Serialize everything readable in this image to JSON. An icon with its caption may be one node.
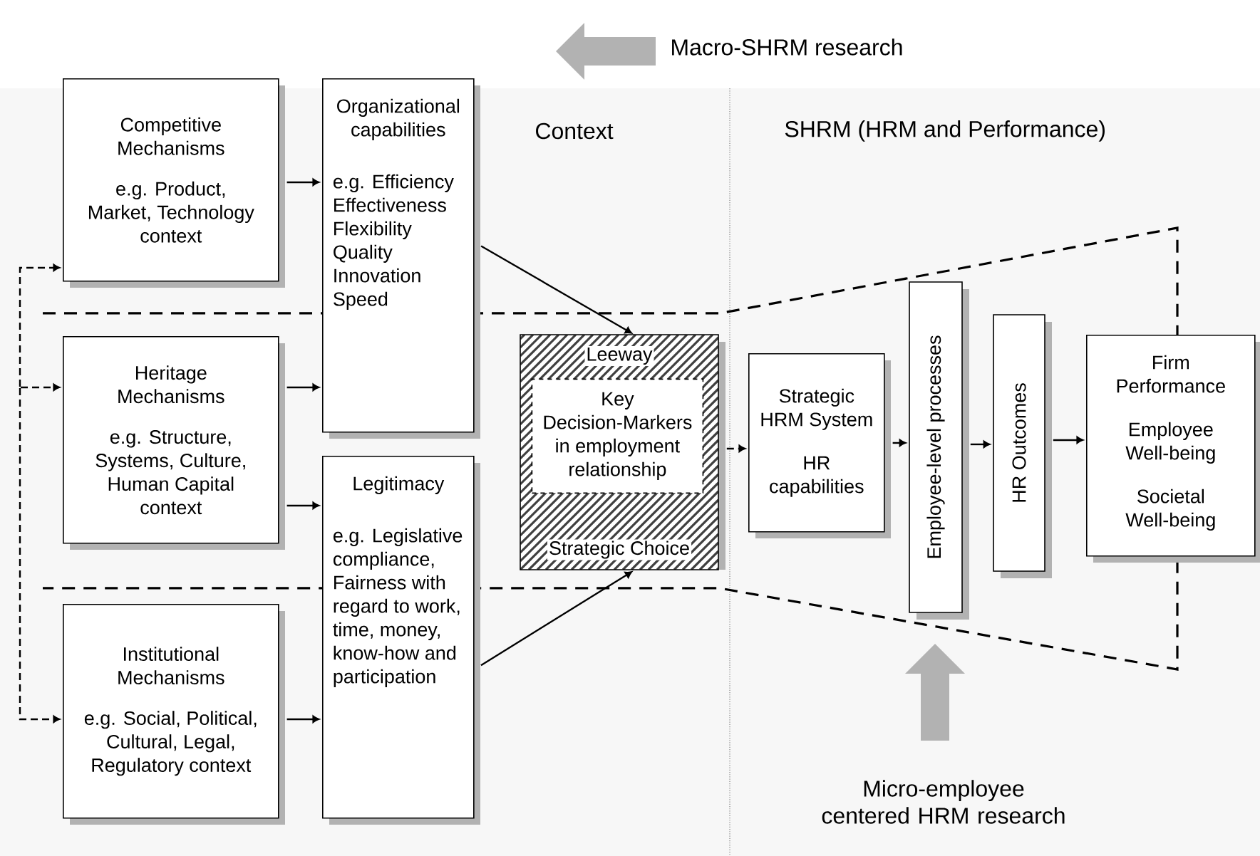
{
  "diagram": {
    "nodes": [
      {
        "text": [
          "Competitive Mechanisms",
          "e.g. Product, Market, Technology context"
        ]
      },
      {
        "text": [
          "Heritage Mechanisms",
          "e.g. Structure, Systems, Culture, Human Capital context"
        ]
      },
      {
        "text": [
          "Institutional Mechanisms",
          "e.g. Social, Political, Cultural, Legal, Regulatory context"
        ]
      },
      {
        "text": [
          "Organizational capabilities",
          "e.g. Efficiency Effectiveness Flexibility Quality Innovation Speed"
        ]
      },
      {
        "text": [
          "Legitimacy",
          "e.g. Legislative compliance, Fairness with regard to work, time, money, know-how and participation"
        ]
      },
      {
        "text": [
          "Leeway",
          "Strategic Choice"
        ]
      },
      {
        "text": [
          "Key Decision-Markers in employment relationship"
        ],
        "in": 5
      },
      {
        "text": [
          "Strategic HRM System",
          "HR capabilities"
        ]
      },
      {
        "text": [
          "Employee-level processes"
        ]
      },
      {
        "text": [
          "HR Outcomes"
        ]
      },
      {
        "text": [
          "Firm Performance",
          "Employee Well-being",
          "Societal Well-being"
        ]
      }
    ],
    "edges": [
      {
        "from": null,
        "to": 0,
        "arrow": "to",
        "style": "dashed"
      },
      {
        "from": null,
        "to": 1,
        "arrow": "to",
        "style": "dashed"
      },
      {
        "from": null,
        "to": 2,
        "arrow": "to",
        "style": "dashed"
      },
      {
        "from": 0,
        "to": 3,
        "arrow": "to"
      },
      {
        "from": 1,
        "to": 3,
        "arrow": "to"
      },
      {
        "from": 1,
        "to": 4,
        "arrow": "to"
      },
      {
        "from": 2,
        "to": 4,
        "arrow": "to"
      },
      {
        "from": 3,
        "to": 5,
        "arrow": "to"
      },
      {
        "from": 4,
        "to": 5,
        "arrow": "to"
      },
      {
        "from": 5,
        "to": 7,
        "arrow": "to",
        "style": "dashed"
      },
      {
        "from": 7,
        "to": 8,
        "arrow": "to"
      },
      {
        "from": 8,
        "to": 9,
        "arrow": "to"
      },
      {
        "from": 9,
        "to": 10,
        "arrow": "to"
      }
    ],
    "labels": [
      "Macro-SHRM research",
      "Context",
      "SHRM (HRM and Performance)",
      "Micro-employee centered HRM research"
    ]
  }
}
